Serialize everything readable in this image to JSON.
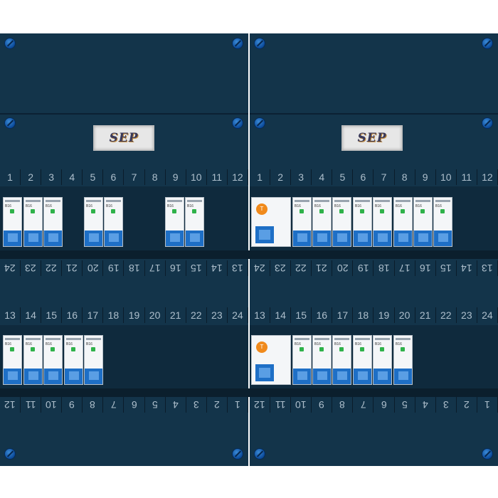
{
  "brand": {
    "logo_text": "SEP"
  },
  "rcd_test_button": "T",
  "rows": {
    "top_numbers": [
      "1",
      "2",
      "3",
      "4",
      "5",
      "6",
      "7",
      "8",
      "9",
      "10",
      "11",
      "12"
    ],
    "middle_numbers": [
      "24",
      "23",
      "22",
      "21",
      "20",
      "19",
      "18",
      "17",
      "16",
      "15",
      "14",
      "13"
    ],
    "lower_numbers": [
      "13",
      "14",
      "15",
      "16",
      "17",
      "18",
      "19",
      "20",
      "21",
      "22",
      "23",
      "24"
    ],
    "bottom_numbers": [
      "12",
      "11",
      "10",
      "9",
      "8",
      "7",
      "6",
      "5",
      "4",
      "3",
      "2",
      "1"
    ]
  },
  "breaker_label": "B16",
  "colors": {
    "panel": "#13344a",
    "handle": "#1e6fc6",
    "led": "#2fb24a",
    "test": "#f08a1c"
  }
}
